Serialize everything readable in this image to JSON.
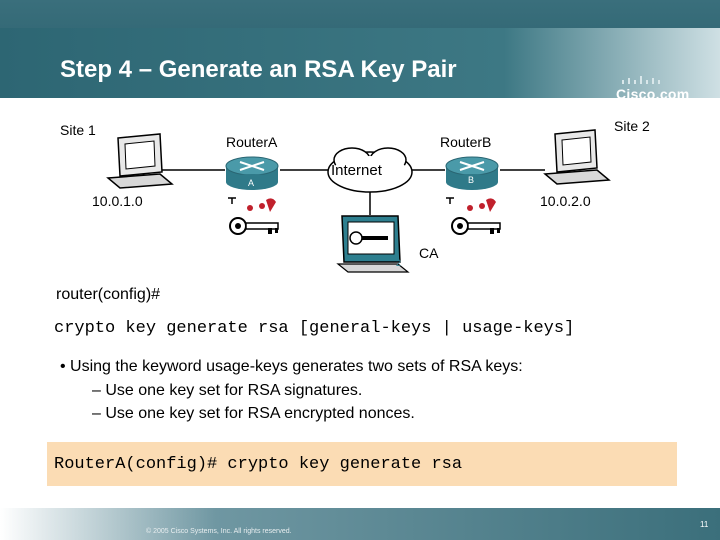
{
  "slide": {
    "title": "Step 4 – Generate an RSA Key Pair",
    "logo": "Cisco.com",
    "page_number": "11",
    "copyright": "© 2005 Cisco Systems, Inc. All rights reserved."
  },
  "diagram": {
    "site1": "Site 1",
    "site2": "Site 2",
    "router_a": "RouterA",
    "router_b": "RouterB",
    "router_a_tag": "A",
    "router_b_tag": "B",
    "internet": "Internet",
    "subnet1": "10.0.1.0",
    "subnet2": "10.0.2.0",
    "ca": "CA"
  },
  "content": {
    "prompt": "router(config)#",
    "command": "crypto key generate rsa [general-keys | usage-keys]",
    "bullet_intro": "• Using the keyword ",
    "bullet_keyword": "usage-keys",
    "bullet_rest": " generates two sets of RSA keys:",
    "sub1": "– Use one key set for RSA signatures.",
    "sub2": "– Use one key set for RSA encrypted nonces.",
    "example": "RouterA(config)# crypto key generate rsa"
  },
  "colors": {
    "header": "#2f6572",
    "router": "#3e8d9c",
    "code_box": "#fbdcb4",
    "key_red": "#c0202c"
  }
}
